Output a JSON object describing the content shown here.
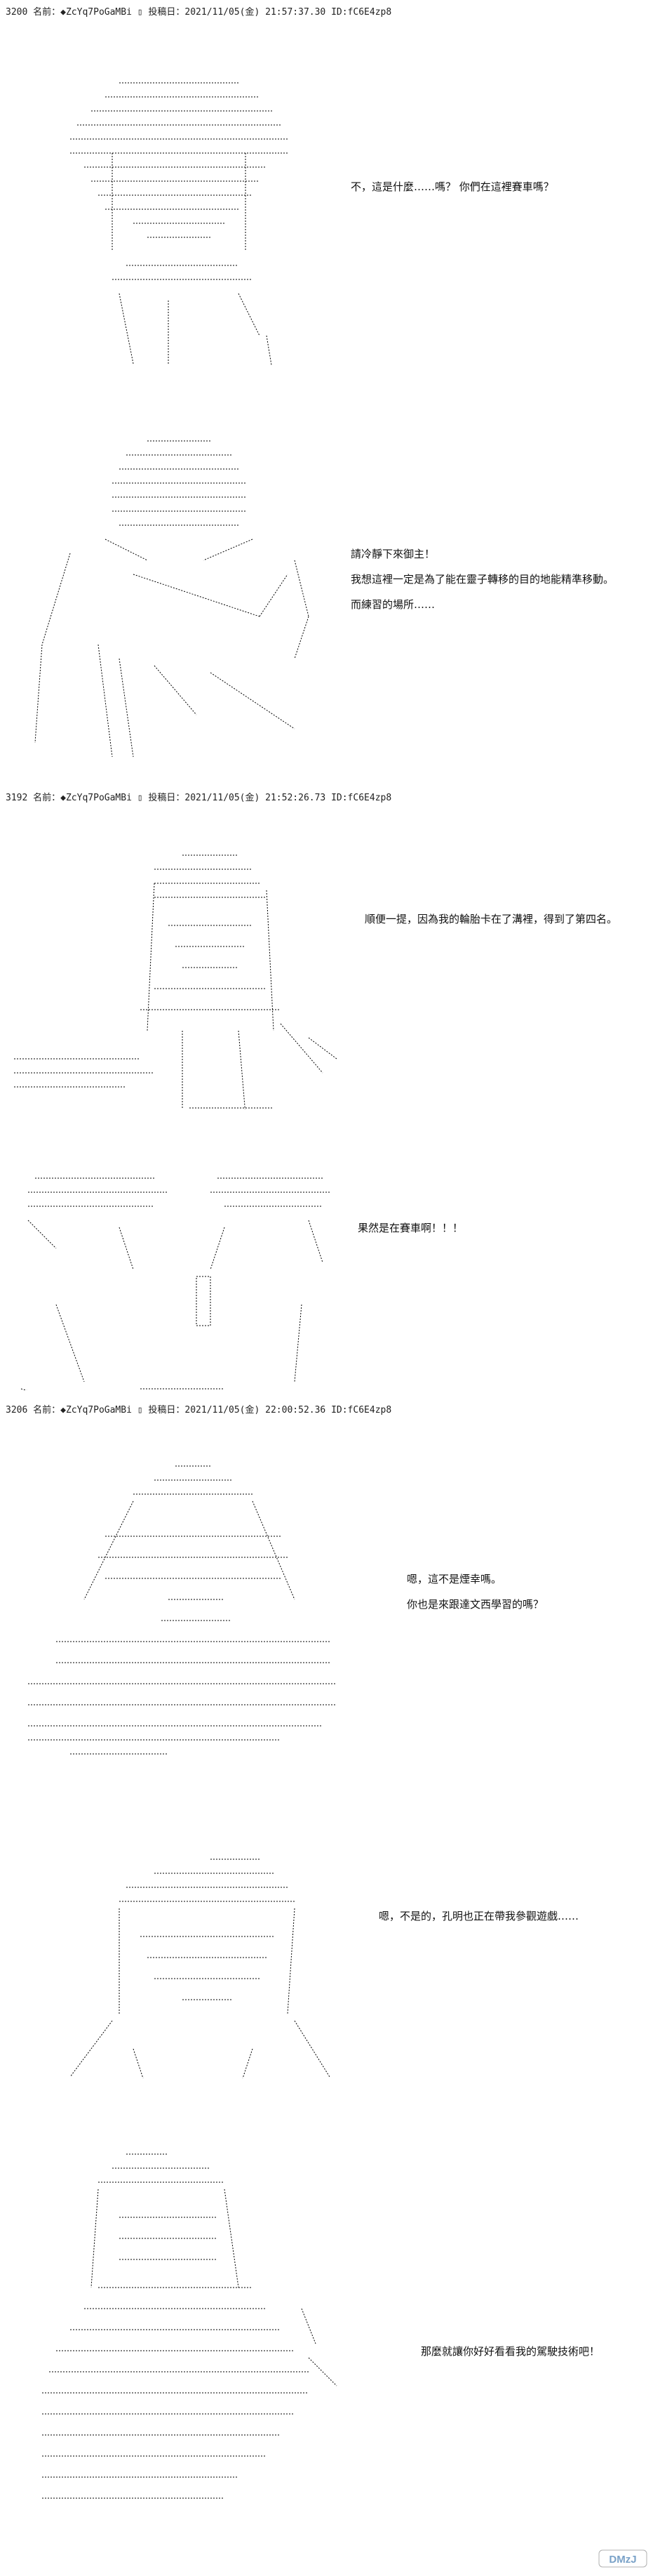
{
  "posts": [
    {
      "number": "3200",
      "name_label": "名前：",
      "trip": "◆ZcYq7PoGaMBi",
      "marker": "▯",
      "date_label": "投稿日：",
      "date": "2021/11/05(金) 21:57:37.30",
      "id": "ID:fC6E4zp8"
    },
    {
      "number": "3192",
      "name_label": "名前：",
      "trip": "◆ZcYq7PoGaMBi",
      "marker": "▯",
      "date_label": "投稿日：",
      "date": "2021/11/05(金) 21:52:26.73",
      "id": "ID:fC6E4zp8"
    },
    {
      "number": "3206",
      "name_label": "名前：",
      "trip": "◆ZcYq7PoGaMBi",
      "marker": "▯",
      "date_label": "投稿日：",
      "date": "2021/11/05(金) 22:00:52.36",
      "id": "ID:fC6E4zp8"
    }
  ],
  "panels": {
    "p1": {
      "lines": [
        "不，這是什麼……嗎？ 你們在這裡賽車嗎？"
      ]
    },
    "p2": {
      "lines": [
        "請冷靜下來御主！",
        "我想這裡一定是為了能在靈子轉移的目的地能精準移動。",
        "而練習的場所……"
      ]
    },
    "p3": {
      "lines": [
        "順便一提，因為我的輪胎卡在了溝裡，得到了第四名。"
      ]
    },
    "p4": {
      "lines": [
        "果然是在賽車啊！！！"
      ]
    },
    "p5": {
      "lines": [
        "嗯，這不是煙幸嗎。",
        "你也是來跟達文西學習的嗎？"
      ]
    },
    "p6": {
      "lines": [
        "嗯，不是的，孔明也正在帶我參觀遊戲……"
      ]
    },
    "p7": {
      "lines": [
        "那麼就讓你好好看看我的駕駛技術吧！"
      ]
    }
  },
  "logo": {
    "text": "DMzJ"
  }
}
